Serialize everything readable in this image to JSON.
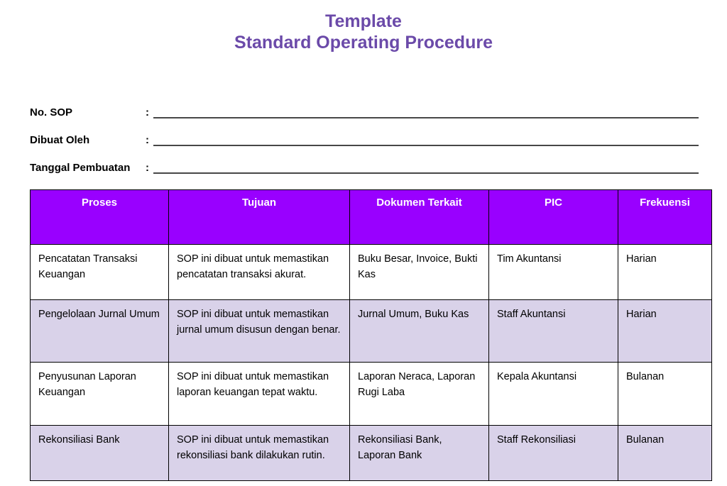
{
  "title": {
    "line1": "Template",
    "line2": "Standard Operating Procedure"
  },
  "form_fields": [
    {
      "label": "No. SOP",
      "separator": ":",
      "value": ""
    },
    {
      "label": "Dibuat Oleh",
      "separator": ":",
      "value": ""
    },
    {
      "label": "Tanggal Pembuatan",
      "separator": ":",
      "value": ""
    }
  ],
  "table": {
    "headers": [
      "Proses",
      "Tujuan",
      "Dokumen Terkait",
      "PIC",
      "Frekuensi"
    ],
    "rows": [
      {
        "proses": "Pencatatan Transaksi Keuangan",
        "tujuan": "SOP ini dibuat untuk memastikan pencatatan transaksi akurat.",
        "dokumen_terkait": "Buku Besar, Invoice, Bukti Kas",
        "pic": "Tim Akuntansi",
        "frekuensi": "Harian"
      },
      {
        "proses": "Pengelolaan Jurnal Umum",
        "tujuan": "SOP ini dibuat untuk memastikan jurnal umum disusun dengan benar.",
        "dokumen_terkait": "Jurnal Umum, Buku Kas",
        "pic": "Staff Akuntansi",
        "frekuensi": "Harian"
      },
      {
        "proses": "Penyusunan Laporan Keuangan",
        "tujuan": "SOP ini dibuat untuk memastikan laporan keuangan tepat waktu.",
        "dokumen_terkait": "Laporan Neraca, Laporan Rugi Laba",
        "pic": "Kepala Akuntansi",
        "frekuensi": "Bulanan"
      },
      {
        "proses": "Rekonsiliasi Bank",
        "tujuan": "SOP ini dibuat untuk memastikan rekonsiliasi bank dilakukan rutin.",
        "dokumen_terkait": "Rekonsiliasi Bank, Laporan Bank",
        "pic": "Staff Rekonsiliasi",
        "frekuensi": "Bulanan"
      }
    ]
  },
  "colors": {
    "title_text": "#6b4aa9",
    "table_header_bg": "#9900ff",
    "table_header_text": "#ffffff",
    "table_alt_row_bg": "#d9d2e9",
    "table_border": "#000000"
  }
}
